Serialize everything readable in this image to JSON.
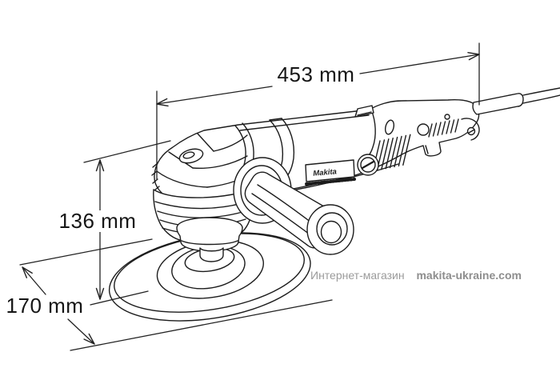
{
  "drawing": {
    "subject": "angle polisher line drawing",
    "brand_label": "Makita"
  },
  "dimensions": {
    "overall_length": "453 mm",
    "height": "136 mm",
    "pad_diameter": "170 mm"
  },
  "watermark": {
    "store_text": "Интернет-магазин",
    "site_text": "makita-ukraine.com"
  },
  "colors": {
    "background": "#ffffff",
    "line_art": "#1c1c1c",
    "dimension_text": "#161616",
    "watermark_store": "#9b9b9b",
    "watermark_site": "#8e8e8e"
  }
}
